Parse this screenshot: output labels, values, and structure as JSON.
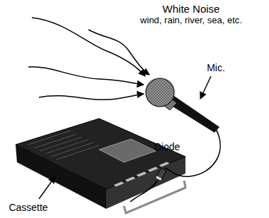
{
  "diagram": {
    "labels": [
      "White Noise",
      "wind, rain, river, sea, etc.",
      "Mic.",
      "Diode",
      "Cassette"
    ]
  }
}
